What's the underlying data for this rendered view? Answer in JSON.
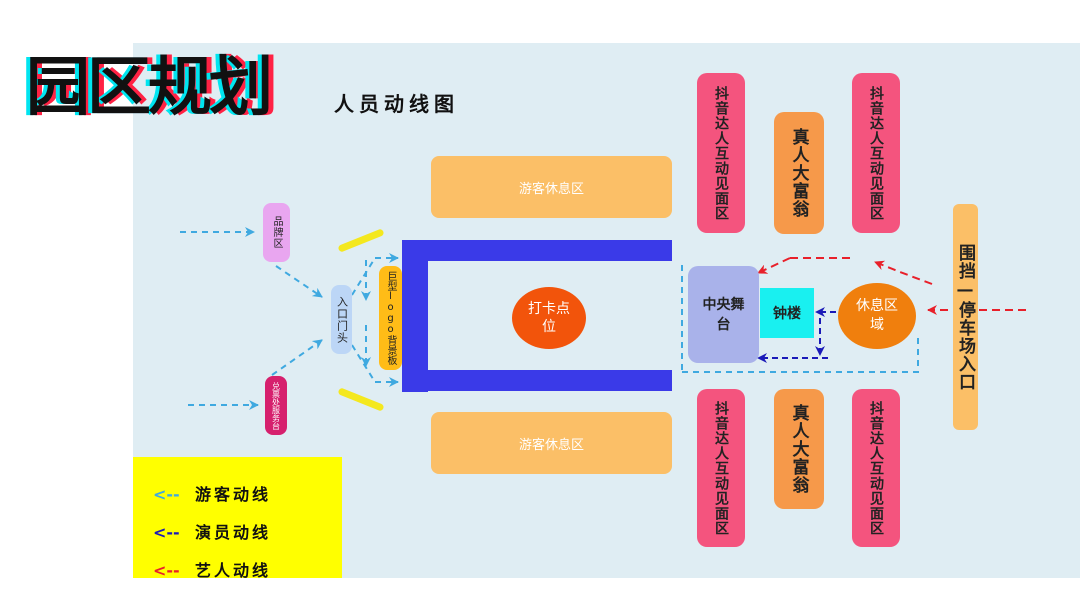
{
  "slide": {
    "title": "园区规划",
    "subtitle": "人员动线图"
  },
  "zones": {
    "rest_top": "游客休息区",
    "rest_bottom": "游客休息区",
    "meet_tl": "抖音达人互动见面区",
    "meet_tr": "抖音达人互动见面区",
    "meet_bl": "抖音达人互动见面区",
    "meet_br": "抖音达人互动见面区",
    "game_top": "真人大富翁",
    "game_bottom": "真人大富翁",
    "checkin": "打卡点位",
    "center_stage": "中央舞台",
    "clock_tower": "钟楼",
    "lounge": "休息区域",
    "parking_entrance": "围挡—停车场入口",
    "brand_area": "品牌区",
    "ticket_desk": "兑票处服务台",
    "entrance_gate": "入口门头",
    "logo_board": "巨型logo背景板"
  },
  "legend": [
    {
      "arrow": "<--",
      "label": "游客动线",
      "color": "#3fa9e0"
    },
    {
      "arrow": "<--",
      "label": "演员动线",
      "color": "#1a1ab8"
    },
    {
      "arrow": "<--",
      "label": "艺人动线",
      "color": "#e8202a"
    }
  ],
  "colors": {
    "panel": "#dfedf3",
    "rest_area": "#fbbf67",
    "meet_area": "#f4547e",
    "game_area": "#f6994a",
    "stage": "#a9b2ea",
    "clock": "#19f0f0",
    "lounge": "#f07f0d",
    "frame": "#3a3ae8",
    "checkin": "#f2540b",
    "brand": "#e9a6f0",
    "ticket": "#d6206d",
    "gate": "#bcd6f6",
    "logo_board": "#ffbc17",
    "bar": "#f4e81e",
    "legend_bg": "#ffff00"
  }
}
